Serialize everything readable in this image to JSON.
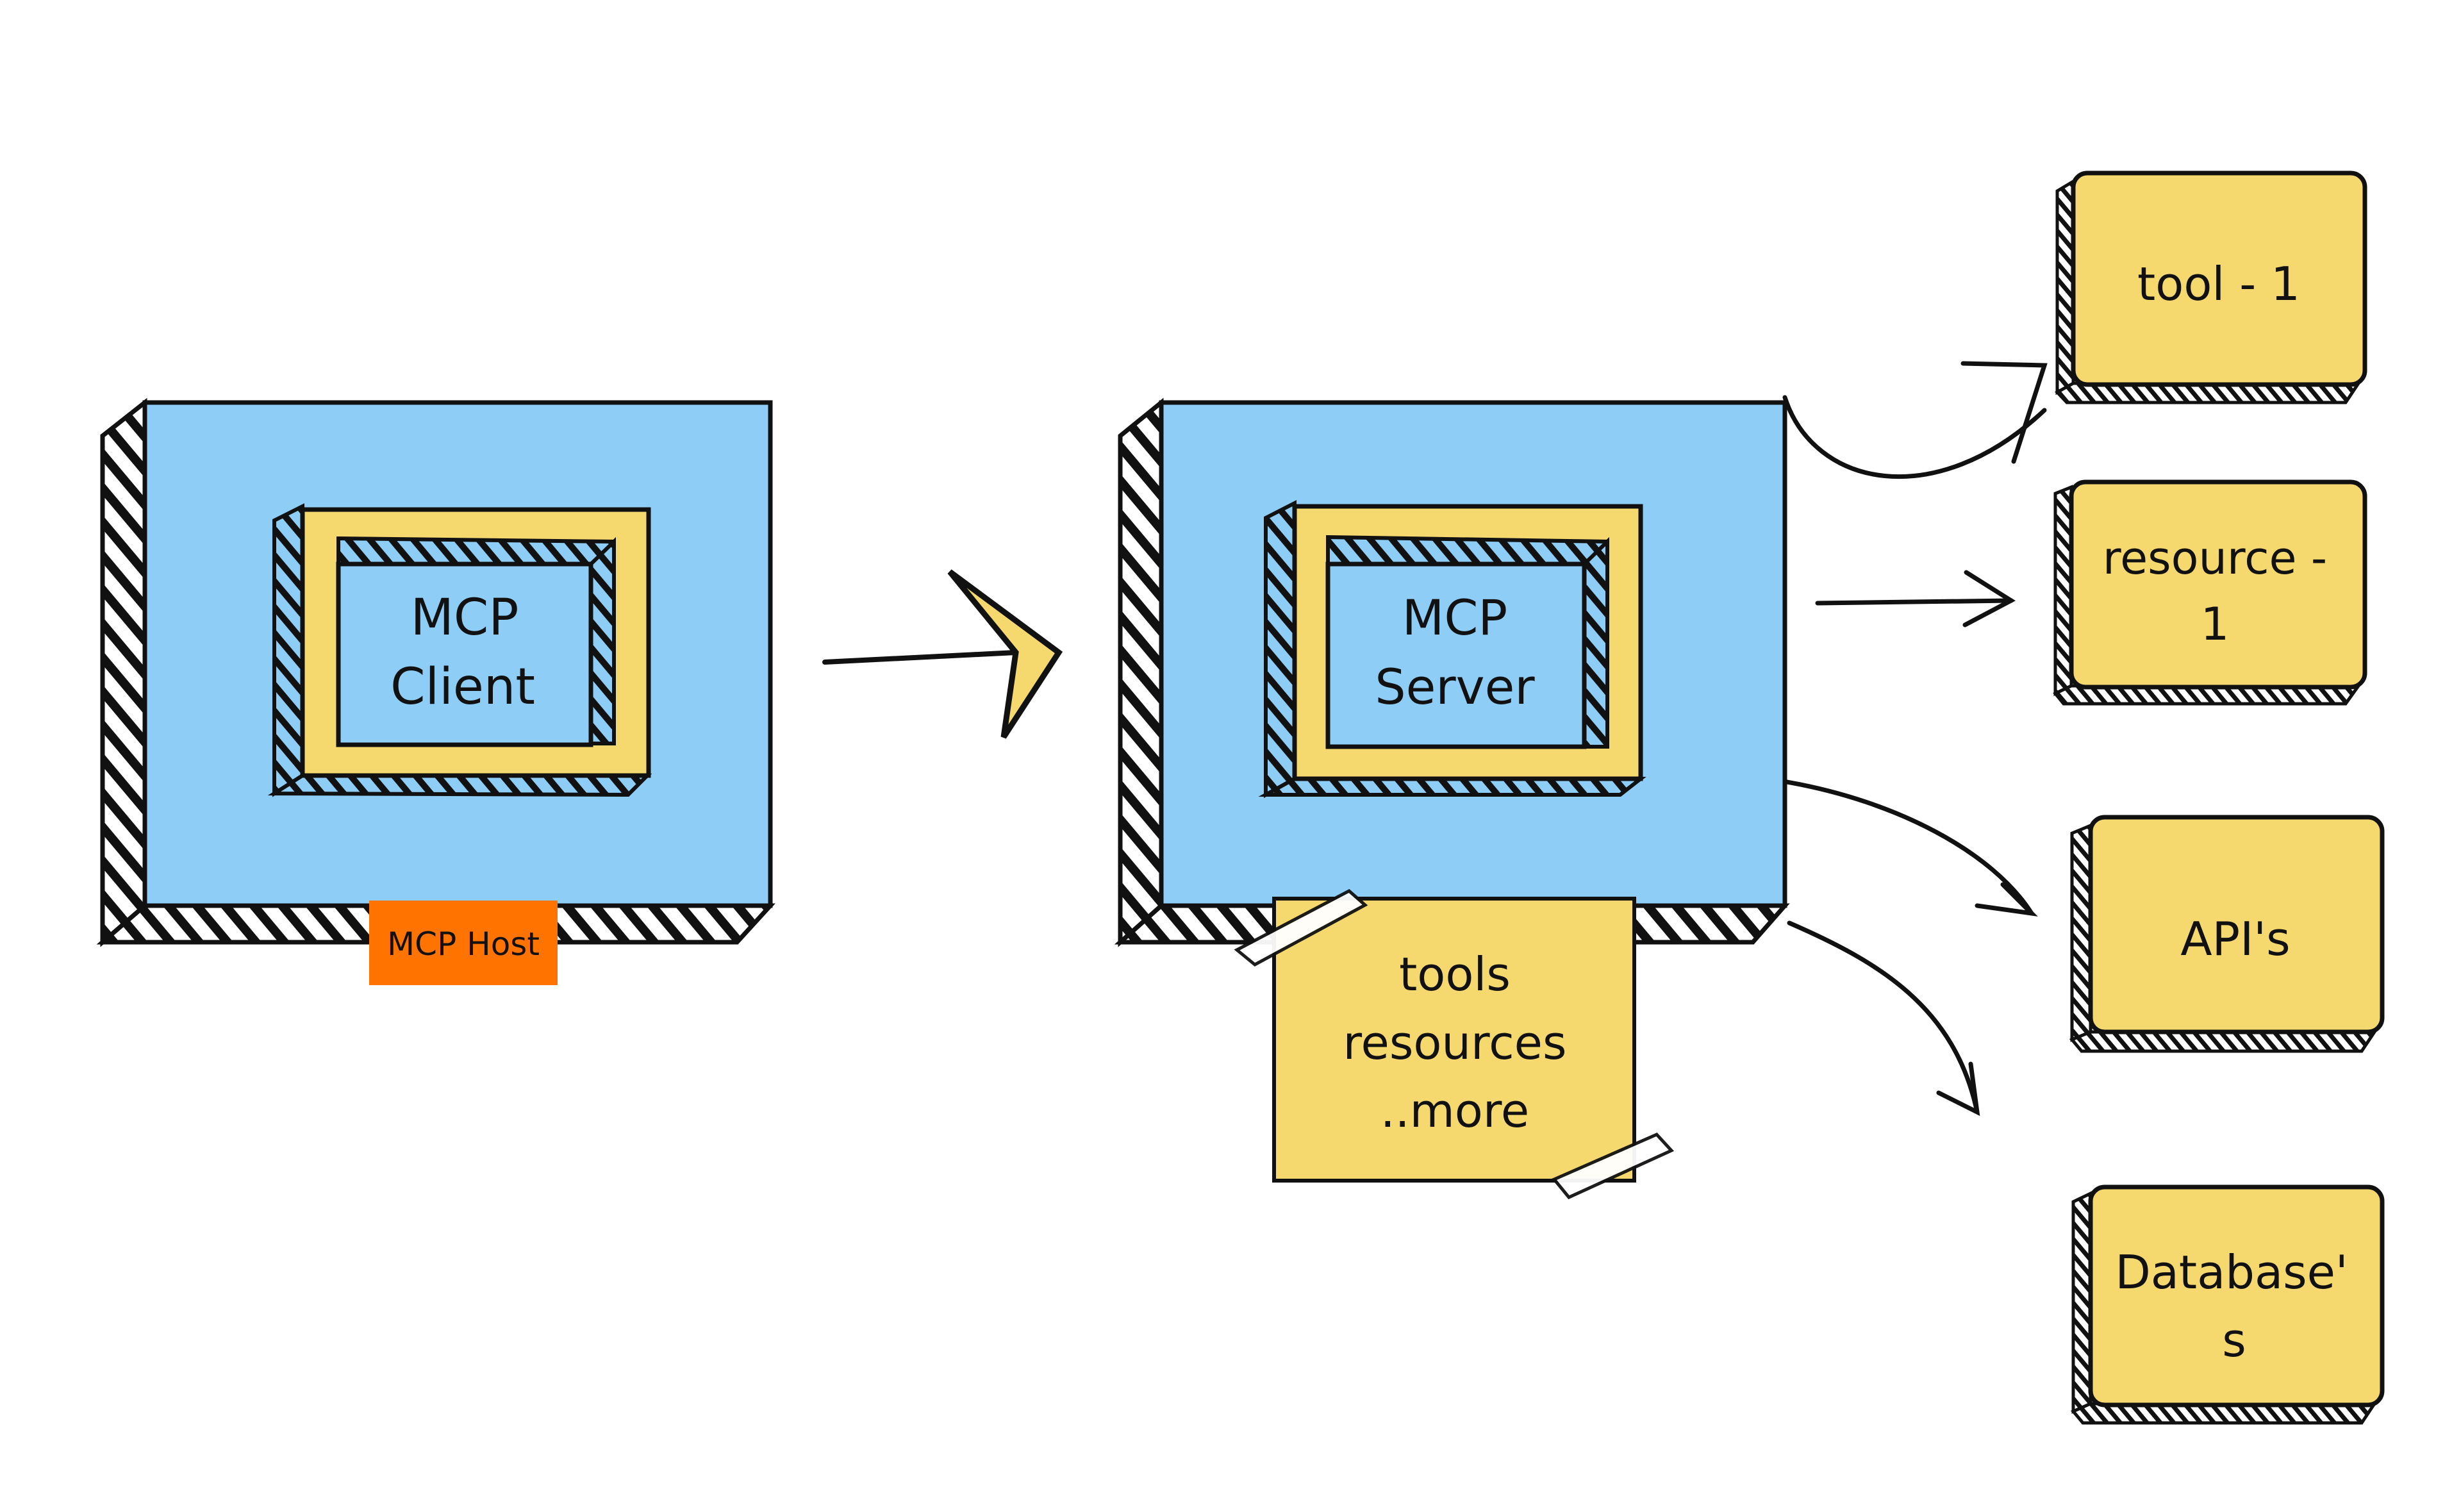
{
  "diagram": {
    "colors": {
      "blue": "#8ecdf5",
      "yellow": "#f5d86e",
      "orange": "#ff7300",
      "ink": "#111111",
      "background": "#ffffff"
    },
    "host": {
      "label": "MCP Host",
      "client": {
        "line1": "MCP",
        "line2": "Client"
      }
    },
    "connector_label": "",
    "server": {
      "line1": "MCP",
      "line2": "Server",
      "note": {
        "line1": "tools",
        "line2": "resources",
        "line3": "..more"
      }
    },
    "targets": [
      {
        "id": "tool",
        "line1": "tool - 1",
        "line2": ""
      },
      {
        "id": "resource",
        "line1": "resource -",
        "line2": "1"
      },
      {
        "id": "api",
        "line1": "API's",
        "line2": ""
      },
      {
        "id": "database",
        "line1": "Database'",
        "line2": "s"
      }
    ]
  }
}
